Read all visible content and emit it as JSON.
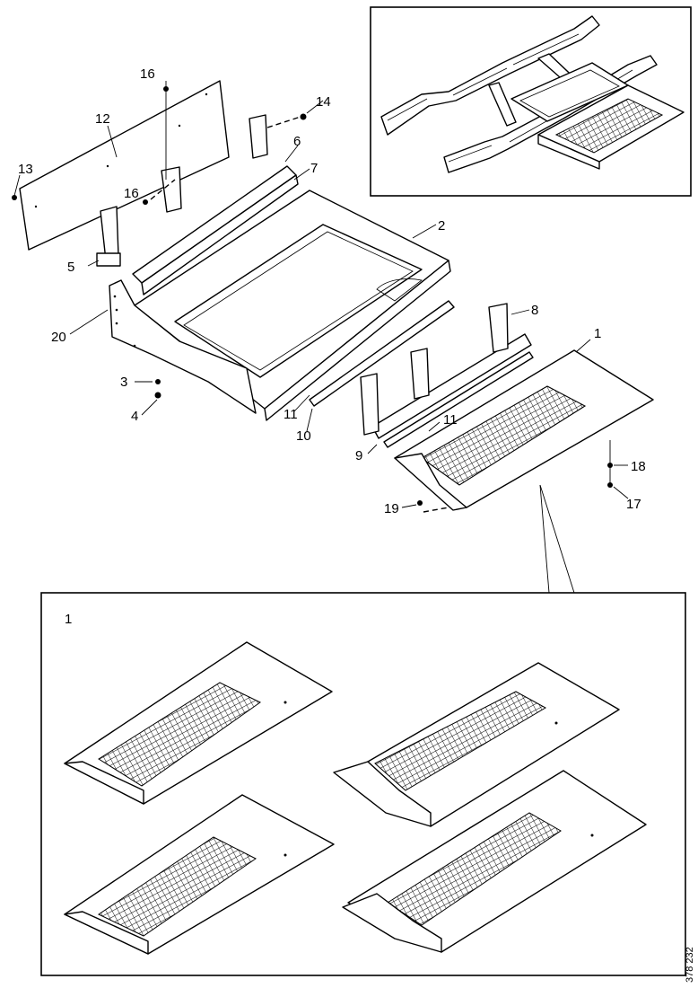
{
  "diagram": {
    "callouts": [
      "1",
      "2",
      "3",
      "4",
      "5",
      "6",
      "7",
      "8",
      "9",
      "10",
      "11",
      "11",
      "12",
      "13",
      "14",
      "16",
      "16",
      "17",
      "18",
      "19",
      "20"
    ],
    "detail_label": "1",
    "reference_number": "378 232"
  }
}
